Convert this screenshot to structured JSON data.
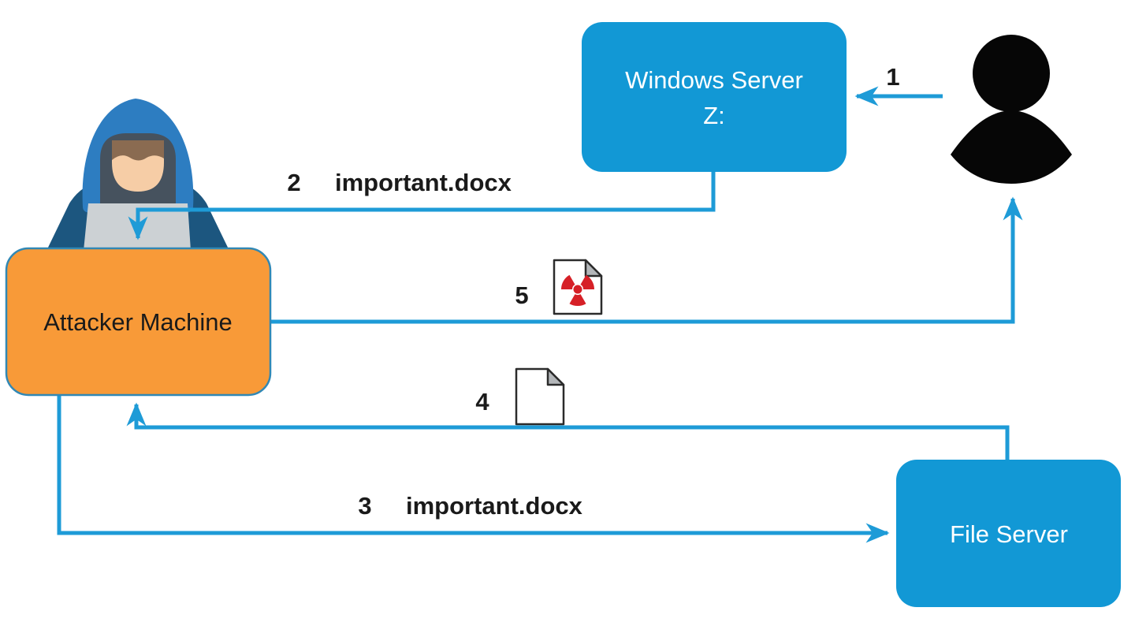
{
  "diagram": {
    "type": "attack-flow-diagram",
    "nodes": {
      "windows_server": {
        "label_line1": "Windows Server",
        "label_line2": "Z:"
      },
      "attacker_machine": {
        "label": "Attacker Machine"
      },
      "file_server": {
        "label": "File Server"
      },
      "user": {
        "icon": "person-silhouette"
      },
      "attacker": {
        "icon": "hooded-hacker-at-laptop"
      }
    },
    "edges": [
      {
        "step": "1",
        "from": "user",
        "to": "windows_server",
        "label": ""
      },
      {
        "step": "2",
        "from": "windows_server",
        "to": "attacker_machine",
        "label": "important.docx"
      },
      {
        "step": "3",
        "from": "attacker_machine",
        "to": "file_server",
        "label": "important.docx"
      },
      {
        "step": "4",
        "from": "file_server",
        "to": "attacker_machine",
        "label": "",
        "icon": "plain-document"
      },
      {
        "step": "5",
        "from": "attacker_machine",
        "to": "user",
        "label": "",
        "icon": "radioactive-document"
      }
    ],
    "colors": {
      "node_blue": "#1298d5",
      "node_orange": "#f89a38",
      "orange_border": "#3188b5",
      "flow_line": "#1e9bd7",
      "label_text": "#1a1a1a",
      "node_text_light": "#ffffff",
      "person_black": "#060606",
      "radiation_red": "#d62027",
      "hood_blue": "#2d7dc1",
      "hood_inner": "#46525e",
      "hair_brown": "#8a6b51",
      "skin": "#f6cda6",
      "body_navy": "#1c567f",
      "laptop_gray": "#ccd1d4",
      "doc_fold_gray": "#b3b6b9",
      "background": "#ffffff"
    }
  }
}
